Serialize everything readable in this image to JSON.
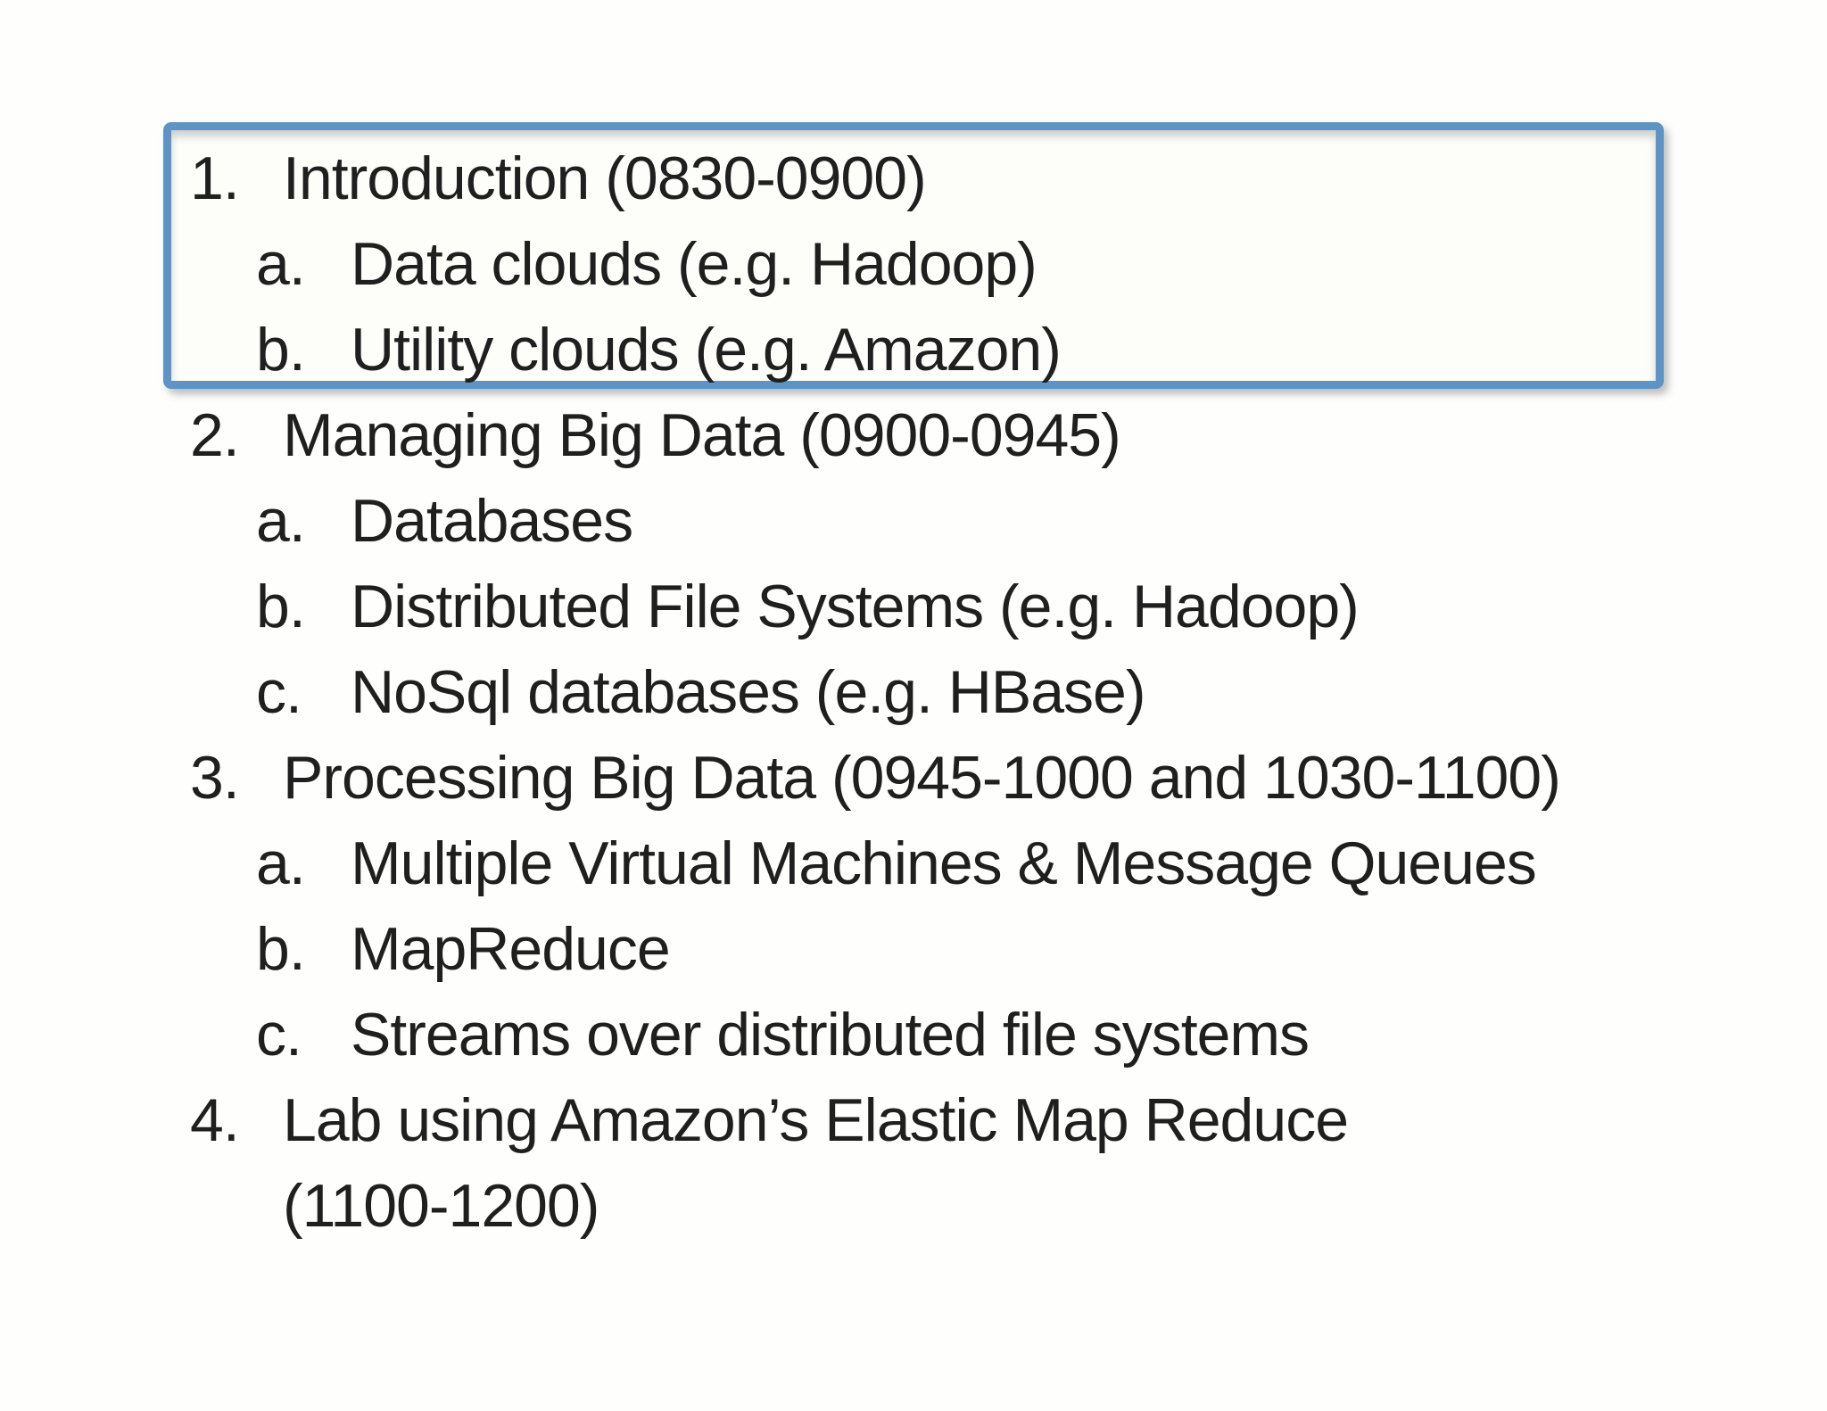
{
  "slide": {
    "background_color": "#fefefd",
    "text_color": "#1f1f1f"
  },
  "highlight_box": {
    "border_color": "#5e93c5"
  },
  "outline": {
    "items": [
      {
        "marker": "1.",
        "text": "Introduction (0830-0900)"
      },
      {
        "marker": "a.",
        "text": "Data clouds (e.g. Hadoop)"
      },
      {
        "marker": "b.",
        "text": "Utility clouds (e.g. Amazon)"
      },
      {
        "marker": "2.",
        "text": "Managing Big Data (0900-0945)"
      },
      {
        "marker": "a.",
        "text": "Databases"
      },
      {
        "marker": "b.",
        "text": "Distributed File Systems (e.g. Hadoop)"
      },
      {
        "marker": "c.",
        "text": "NoSql databases (e.g. HBase)"
      },
      {
        "marker": "3.",
        "text": "Processing Big Data (0945-1000 and 1030-1100)"
      },
      {
        "marker": "a.",
        "text": "Multiple Virtual Machines & Message Queues"
      },
      {
        "marker": "b.",
        "text": "MapReduce"
      },
      {
        "marker": "c.",
        "text": "Streams over distributed file systems"
      },
      {
        "marker": "4.",
        "text": "Lab using Amazon’s Elastic Map Reduce"
      },
      {
        "marker": "",
        "text": "(1100-1200)"
      }
    ]
  }
}
